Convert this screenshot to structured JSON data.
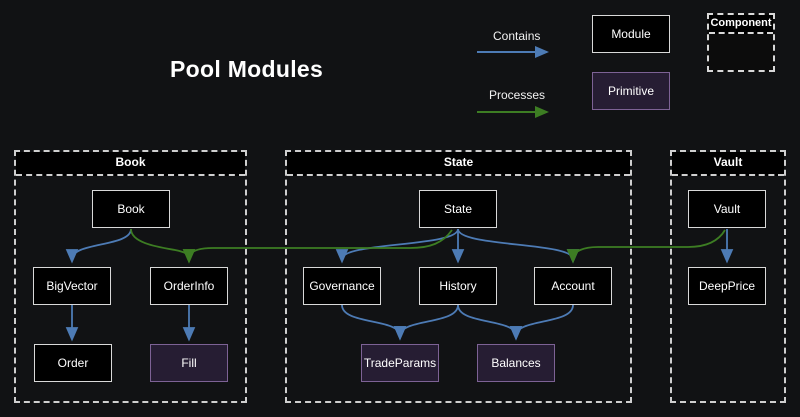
{
  "title": "Pool Modules",
  "legend": {
    "contains_label": "Contains",
    "processes_label": "Processes",
    "module_label": "Module",
    "primitive_label": "Primitive",
    "component_label": "Component"
  },
  "colors": {
    "contains_edge": "#4d7bb5",
    "processes_edge": "#3d7d23",
    "module_fill": "#000000",
    "module_border": "#d9d9d9",
    "primitive_fill": "#261d33",
    "primitive_border": "#7d6295",
    "container_border": "#cfcfcf",
    "background": "#111214",
    "text": "#ffffff"
  },
  "containers": [
    {
      "label": "Book"
    },
    {
      "label": "State"
    },
    {
      "label": "Vault"
    }
  ],
  "nodes": {
    "book": {
      "label": "Book",
      "type": "module",
      "container": "Book"
    },
    "bigvector": {
      "label": "BigVector",
      "type": "module",
      "container": "Book"
    },
    "orderinfo": {
      "label": "OrderInfo",
      "type": "module",
      "container": "Book"
    },
    "order": {
      "label": "Order",
      "type": "module",
      "container": "Book"
    },
    "fill": {
      "label": "Fill",
      "type": "primitive",
      "container": "Book"
    },
    "state": {
      "label": "State",
      "type": "module",
      "container": "State"
    },
    "governance": {
      "label": "Governance",
      "type": "module",
      "container": "State"
    },
    "history": {
      "label": "History",
      "type": "module",
      "container": "State"
    },
    "account": {
      "label": "Account",
      "type": "module",
      "container": "State"
    },
    "tradeparams": {
      "label": "TradeParams",
      "type": "primitive",
      "container": "State"
    },
    "balances": {
      "label": "Balances",
      "type": "primitive",
      "container": "State"
    },
    "vault": {
      "label": "Vault",
      "type": "module",
      "container": "Vault"
    },
    "deepprice": {
      "label": "DeepPrice",
      "type": "module",
      "container": "Vault"
    }
  },
  "edges": [
    {
      "from": "Book",
      "to": "BigVector",
      "type": "contains"
    },
    {
      "from": "BigVector",
      "to": "Order",
      "type": "contains"
    },
    {
      "from": "OrderInfo",
      "to": "Fill",
      "type": "contains"
    },
    {
      "from": "State",
      "to": "Governance",
      "type": "contains"
    },
    {
      "from": "State",
      "to": "History",
      "type": "contains"
    },
    {
      "from": "State",
      "to": "Account",
      "type": "contains"
    },
    {
      "from": "Governance",
      "to": "TradeParams",
      "type": "contains"
    },
    {
      "from": "History",
      "to": "TradeParams",
      "type": "contains"
    },
    {
      "from": "History",
      "to": "Balances",
      "type": "contains"
    },
    {
      "from": "Account",
      "to": "Balances",
      "type": "contains"
    },
    {
      "from": "Vault",
      "to": "DeepPrice",
      "type": "contains"
    },
    {
      "from": "Book",
      "to": "OrderInfo",
      "type": "processes"
    },
    {
      "from": "State",
      "to": "OrderInfo",
      "type": "processes"
    },
    {
      "from": "Vault",
      "to": "Account",
      "type": "processes"
    }
  ]
}
